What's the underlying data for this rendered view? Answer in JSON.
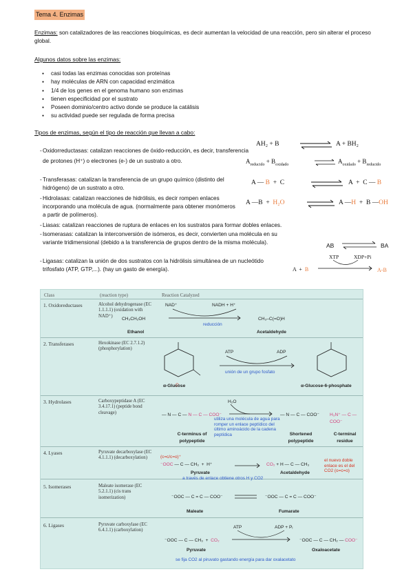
{
  "title": "Tema 4. Enzimas",
  "intro": {
    "term": "Enzimas:",
    "text": " son catalizadores de las reacciones bioquímicas, es decir aumentan la velocidad de una reacción, pero sin alterar el proceso global."
  },
  "datos": {
    "heading": "Algunos datos sobre las enzimas:",
    "items": [
      "casi todas las enzimas conocidas son proteínas",
      "hay moléculas de ARN con capacidad enzimática",
      "1/4 de los genes en el genoma humano son enzimas",
      "tienen especificidad por el sustrato",
      "Poseen dominio/centro activo donde se produce la catálisis",
      "su actividad puede ser regulada de forma precisa"
    ]
  },
  "tipos": {
    "heading": "Tipos de enzimas, según el tipo de reacción que llevan a cabo:",
    "items": [
      "Oxidorreductasas: catalizan reacciones de óxido-reducción, es decir, transferencia de protones (H⁺) o electrones (e-) de un sustrato a otro.",
      "Transferasas: catalizan la transferencia de un grupo químico (distinto del hidrógeno) de un sustrato a otro.",
      "Hidrolasas: catalizan reacciones de hidrólisis, es decir rompen enlaces incorporando una molécula de agua. (normalmente para obtener monómeros a partir de polímeros).",
      "Liasas: catalizan reacciones de ruptura de enlaces en los sustratos para formar dobles enlaces.",
      "Isomerasas: catalizan la interconversión de isómeros, es decir, convierten una molécula en su variante tridimensional (debido a la transferencia de grupos dentro de la misma molécula).",
      "Ligasas: catalizan la unión de dos sustratos con la hidrólisis simultánea de un nucleótido trifosfato (ATP, GTP,...). (hay un gasto de energía)."
    ]
  },
  "equations": {
    "oxido1": {
      "left": "AH₂ + B",
      "right": "A + BH₂"
    },
    "oxido2": {
      "a": "A",
      "a_sub": "reducido",
      "b": "B",
      "b_sub": "oxidado",
      "c": "A",
      "c_sub": "oxidado",
      "d": "B",
      "d_sub": "reducido"
    },
    "transf": {
      "l1": "A",
      "l2": "B",
      "l3": "C",
      "r1": "A",
      "r2": "C",
      "r3": "B"
    },
    "hidro": {
      "l1": "A",
      "l2": "B",
      "w": "H₂O",
      "r1": "A",
      "r2": "H",
      "r3": "B",
      "r4": "OH"
    },
    "isom": {
      "left": "AB",
      "right": "BA"
    },
    "liga": {
      "a": "A",
      "b": "B",
      "top_left": "XTP",
      "top_right": "XDP+Pi",
      "product": "A-B"
    }
  },
  "figure": {
    "headers": [
      "Class",
      "(reaction type)",
      "Reaction Catalyzed"
    ],
    "rows": [
      {
        "cls": "1. Oxidoreductases",
        "enzyme": "Alcohol dehydrogenase (EC 1.1.1.1) (oxidation with NAD⁺)",
        "substrate": "CH₃CH₂OH",
        "product": "CH₃–C(=O)H",
        "sname": "Ethanol",
        "pname": "Acetaldehyde",
        "cof_a": "NAD⁺",
        "cof_b": "NADH + H⁺",
        "note": "reducción"
      },
      {
        "cls": "2. Transferases",
        "enzyme": "Hexokinase (EC 2.7.1.2) (phosphorylation)",
        "sname": "α-Glucose",
        "pname": "α-Glucose-6-phosphate",
        "cof_a": "ATP",
        "cof_b": "ADP",
        "note": "unión de un grupo fosfato"
      },
      {
        "cls": "3. Hydrolases",
        "enzyme": "Carboxypeptidase A (EC 3.4.17.1) (peptide bond cleavage)",
        "sname": "C-terminus of polypeptide",
        "pname": "Shortened polypeptide",
        "pname2": "C-terminal residue",
        "cof_a": "H₂O",
        "note": "utiliza una molécula de agua para romper un enlace peptídico del último aminoácido de la cadena peptídica"
      },
      {
        "cls": "4. Lyases",
        "enzyme": "Pyruvate decarboxylase (EC 4.1.1.1) (decarboxylation)",
        "sname": "Pyruvate",
        "pname": "Acetaldehyde",
        "left_note": "(c=c/c=o)⁺",
        "note": "el nuevo doble enlace es el del CO2 (o=c=o)"
      },
      {
        "cls": "5. Isomerases",
        "enzyme": "Maleate isomerase (EC 5.2.1.1) (cis trans isomerization)",
        "sname": "Maleate",
        "pname": "Fumarate",
        "note": "a través de enlace obtiene otros H y CO2"
      },
      {
        "cls": "6. Ligases",
        "enzyme": "Pyruvate carboxylase (EC 6.4.1.1) (carboxylation)",
        "sname": "Pyruvate",
        "pname": "Oxaloacetate",
        "cof_a": "ATP",
        "cof_b": "ADP + Pᵢ",
        "note": "se fija CO2 al piruvato gastando energía para dar oxalacetato"
      }
    ]
  }
}
